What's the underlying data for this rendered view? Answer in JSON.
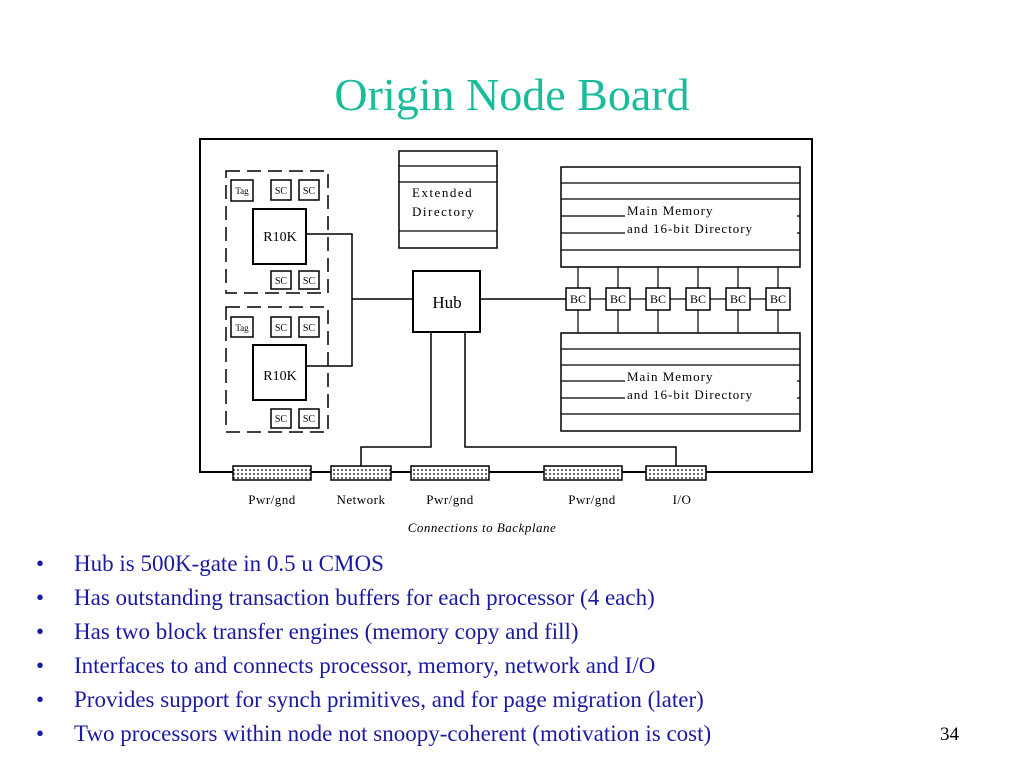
{
  "slide": {
    "title": "Origin Node Board",
    "page_number": "34",
    "bullet_symbol": "•"
  },
  "diagram": {
    "processors": [
      {
        "cache_tag": "Tag",
        "cache_sc_top": [
          "SC",
          "SC"
        ],
        "cpu": "R10K",
        "cache_sc_bottom": [
          "SC",
          "SC"
        ]
      },
      {
        "cache_tag": "Tag",
        "cache_sc_top": [
          "SC",
          "SC"
        ],
        "cpu": "R10K",
        "cache_sc_bottom": [
          "SC",
          "SC"
        ]
      }
    ],
    "extended_directory": [
      "Extended",
      "Directory"
    ],
    "hub": "Hub",
    "main_memory_top": [
      "Main Memory",
      "and 16-bit Directory"
    ],
    "main_memory_bottom": [
      "Main Memory",
      "and 16-bit Directory"
    ],
    "bc_chips": [
      "BC",
      "BC",
      "BC",
      "BC",
      "BC",
      "BC"
    ],
    "connectors": [
      "Pwr/gnd",
      "Network",
      "Pwr/gnd",
      "Pwr/gnd",
      "I/O"
    ],
    "caption": "Connections to Backplane"
  },
  "bullets": [
    "Hub is 500K-gate in 0.5 u CMOS",
    "Has outstanding transaction buffers for each processor (4 each)",
    "Has two block transfer engines (memory copy and fill)",
    "Interfaces to and connects processor, memory, network and I/O",
    "Provides support for synch primitives, and for page migration (later)",
    "Two processors within node not snoopy-coherent (motivation is cost)"
  ]
}
